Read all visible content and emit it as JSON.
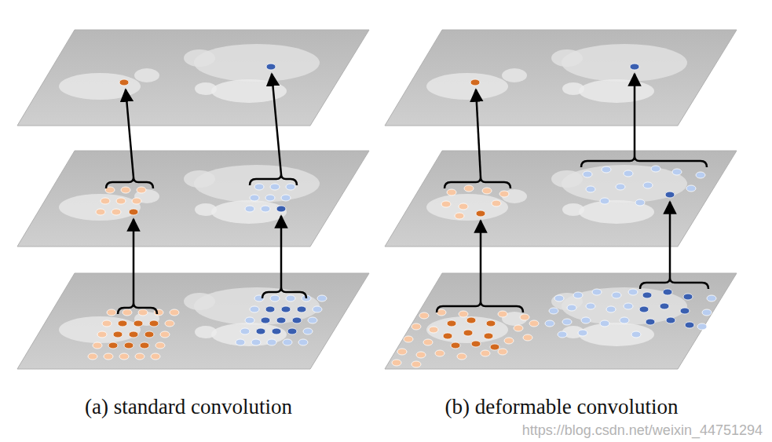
{
  "diagram": {
    "labels": [
      "(a) standard convolution",
      "(b) deformable convolution",
      "https://blog.csdn.net/weixin_44751294"
    ]
  }
}
